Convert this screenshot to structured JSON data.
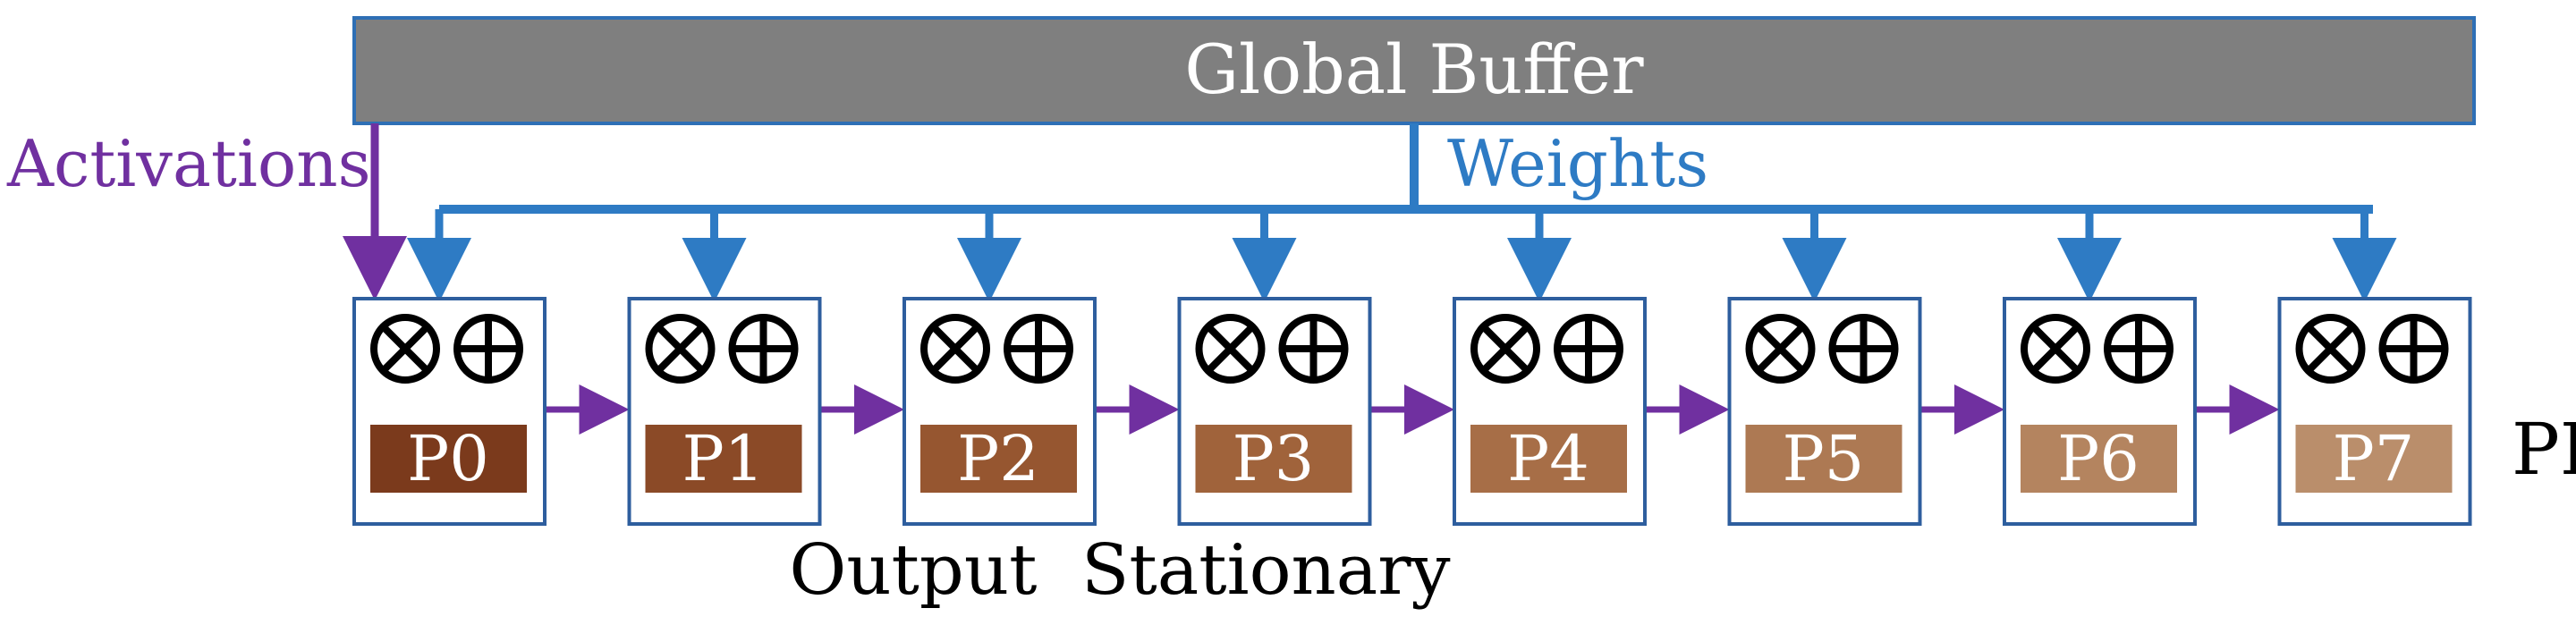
{
  "buffer": {
    "label": "Global Buffer",
    "fill": "#7f7f7f",
    "stroke": "#2e6fb5",
    "text_color": "#ffffff"
  },
  "activations": {
    "label": "Activations",
    "color": "#7030a0"
  },
  "weights": {
    "label": "Weights",
    "color": "#2e7bc4"
  },
  "pe_label": "PE",
  "caption": "Output  Stationary",
  "ops": {
    "multiply": "⊗",
    "add": "⊕"
  },
  "box_stroke": "#2e5e9e",
  "pes": [
    {
      "label": "P0",
      "fill": "#7b3a1c"
    },
    {
      "label": "P1",
      "fill": "#8b4a27"
    },
    {
      "label": "P2",
      "fill": "#965630"
    },
    {
      "label": "P3",
      "fill": "#a0633b"
    },
    {
      "label": "P4",
      "fill": "#a76e47"
    },
    {
      "label": "P5",
      "fill": "#ad7953"
    },
    {
      "label": "P6",
      "fill": "#b4845f"
    },
    {
      "label": "P7",
      "fill": "#ba8e6b"
    }
  ]
}
